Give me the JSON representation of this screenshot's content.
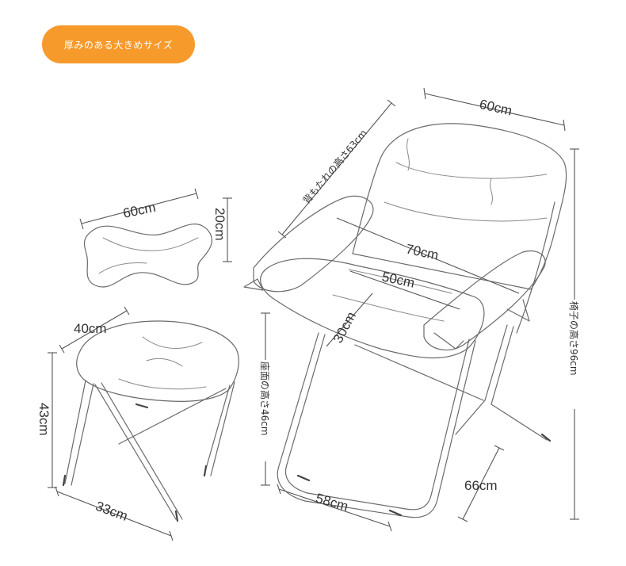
{
  "badge": {
    "label": "厚みのある大きめサイズ",
    "color": "#f79a2c"
  },
  "dimensions": {
    "pillow_width": "60cm",
    "pillow_height": "20cm",
    "stool_depth": "40cm",
    "stool_height": "43cm",
    "stool_width": "33cm",
    "chair_width": "60cm",
    "backrest_height": "背もたれの高さ63cm",
    "armrest_span": "70cm",
    "seat_width": "50cm",
    "seat_depth": "30cm",
    "seat_height": "座面の高さ46cm",
    "chair_height": "椅子の高さ96cm",
    "base_depth": "66cm",
    "base_width": "58cm"
  }
}
